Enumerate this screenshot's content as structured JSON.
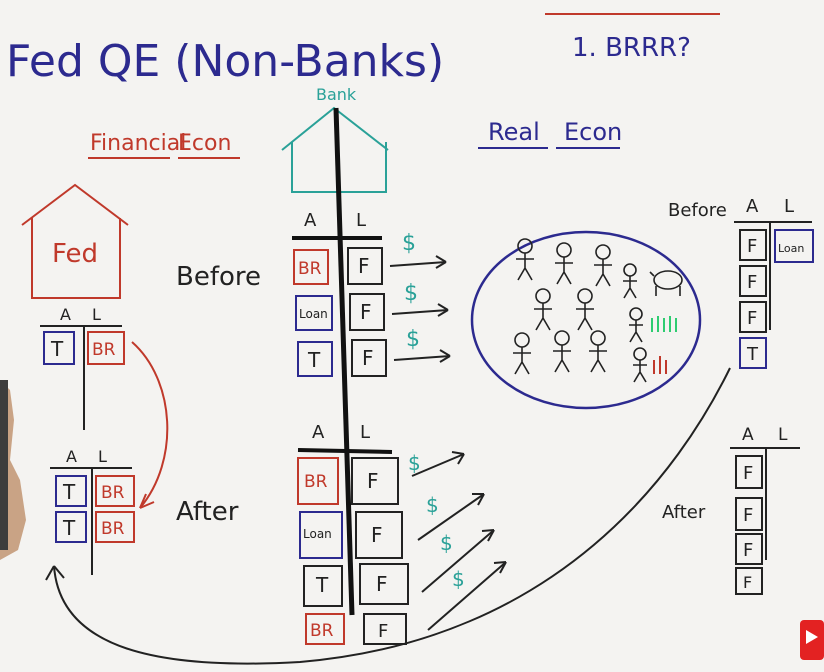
{
  "title": "Fed QE (Non-Banks)",
  "top_right_note": "1. BRRR?",
  "labels": {
    "financial": "Financial",
    "financial_econ": "Econ",
    "real": "Real",
    "real_econ": "Econ",
    "bank": "Bank",
    "fed": "Fed",
    "before_mid": "Before",
    "after_mid": "After",
    "before_right": "Before",
    "after_right": "After",
    "assets": "A",
    "liabilities": "L"
  },
  "fed_before": {
    "assets": [
      "T"
    ],
    "liabilities": [
      "BR"
    ]
  },
  "fed_after": {
    "assets": [
      "T",
      "T"
    ],
    "liabilities": [
      "BR",
      "BR"
    ]
  },
  "bank_before": {
    "assets": [
      "BR",
      "Loan",
      "T"
    ],
    "liabilities": [
      "F",
      "F",
      "F"
    ]
  },
  "bank_after": {
    "assets": [
      "BR",
      "Loan",
      "T",
      "BR"
    ],
    "liabilities": [
      "F",
      "F",
      "F",
      "F"
    ]
  },
  "real_before": {
    "assets": [
      "F",
      "F",
      "F",
      "T"
    ],
    "liabilities": [
      "Loan"
    ]
  },
  "real_after": {
    "assets": [
      "F",
      "F",
      "F",
      "F"
    ],
    "liabilities": []
  },
  "dollar_sign": "$",
  "colors": {
    "ink": "#222222",
    "red": "#c0392b",
    "blue": "#2c2a8f",
    "teal": "#2aa198",
    "green": "#2ecc71"
  }
}
